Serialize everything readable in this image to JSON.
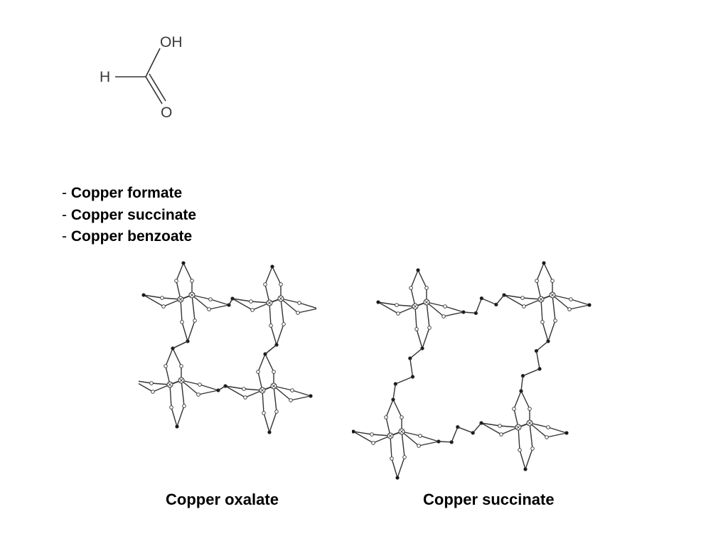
{
  "molecule": {
    "labels": {
      "oh": "OH",
      "h": "H",
      "o": "O"
    }
  },
  "compounds": [
    {
      "dash": "- ",
      "name": "Copper formate"
    },
    {
      "dash": "- ",
      "name": "Copper succinate"
    },
    {
      "dash": "- ",
      "name": "Copper benzoate"
    }
  ],
  "captions": {
    "left": "Copper oxalate",
    "right": "Copper succinate"
  },
  "colors": {
    "bond": "#333333",
    "atom_dark": "#111111",
    "atom_light": "#ffffff"
  }
}
